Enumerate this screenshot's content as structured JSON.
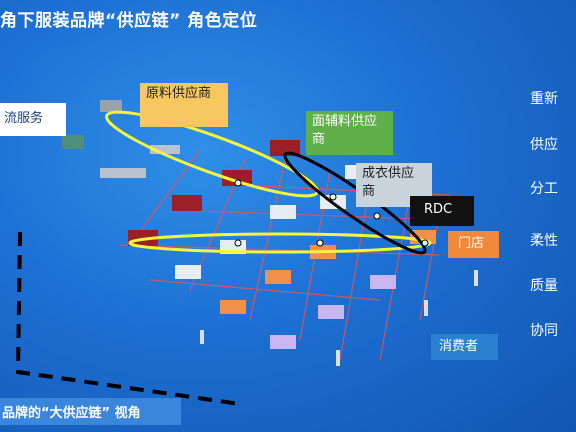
{
  "slide": {
    "title": "角下服装品牌“供应链” 角色定位",
    "bottom_caption": "品牌的“大供应链” 视角"
  },
  "labels": {
    "logistics": "流服务",
    "raw_material": "原料供应商",
    "accessory": "面辅料供应商",
    "garment": "成衣供应商",
    "rdc": "RDC",
    "store": "门店",
    "consumer": "消费者"
  },
  "right_list": [
    "重新",
    "供应",
    "分工",
    "柔性",
    "质量",
    "协同"
  ],
  "colors": {
    "background": "#1d6fd3",
    "raw_material_box": "#f6c85f",
    "accessory_box": "#5fb04a",
    "garment_box": "#c9d3dc",
    "rdc_box": "#111111",
    "store_box": "#f08a3a",
    "consumer_box": "#2a7fd0",
    "logistics_box": "#ffffff",
    "ring_yellow": "#f5f53a",
    "ring_black": "#000000"
  }
}
